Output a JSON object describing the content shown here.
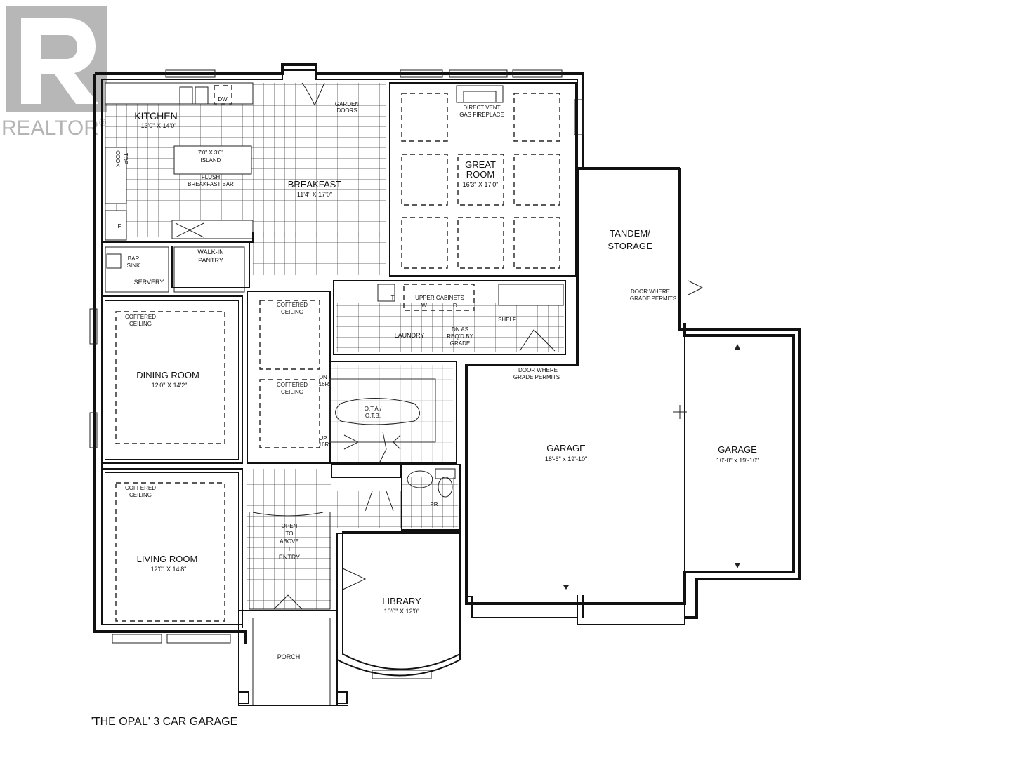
{
  "watermark": {
    "text": "REALTOR",
    "reg_mark": "®",
    "color": "#b5b5b5"
  },
  "caption": "'THE OPAL' 3 CAR GARAGE",
  "rooms": {
    "kitchen": {
      "name": "KITCHEN",
      "dims": "13'0\" X 14'0\""
    },
    "breakfast": {
      "name": "BREAKFAST",
      "dims": "11'4\" X 17'0\""
    },
    "great_room": {
      "name_line1": "GREAT",
      "name_line2": "ROOM",
      "dims": "16'3\" X 17'0\""
    },
    "dining": {
      "name": "DINING ROOM",
      "dims": "12'0\" X 14'2\""
    },
    "living": {
      "name": "LIVING ROOM",
      "dims": "12'0\" X 14'8\""
    },
    "library": {
      "name": "LIBRARY",
      "dims": "10'0\" X 12'0\""
    },
    "laundry": {
      "name": "LAUNDRY"
    },
    "garage_a": {
      "name": "GARAGE",
      "dims": "18'-6\" x 19'-10\""
    },
    "garage_b": {
      "name": "GARAGE",
      "dims": "10'-0\" x 19'-10\""
    },
    "tandem": {
      "line1": "TANDEM/",
      "line2": "STORAGE"
    },
    "porch": {
      "name": "PORCH"
    },
    "servery": {
      "name": "SERVERY"
    },
    "pantry": {
      "line1": "WALK-IN",
      "line2": "PANTRY"
    },
    "pr": {
      "name": "PR"
    }
  },
  "notes": {
    "dw": "DW",
    "garden_doors_1": "GARDEN",
    "garden_doors_2": "DOORS",
    "fireplace_1": "DIRECT VENT",
    "fireplace_2": "GAS FIREPLACE",
    "island_1": "7'0\" X 3'0\"",
    "island_2": "ISLAND",
    "flush_1": "FLUSH",
    "flush_2": "BREAKFAST BAR",
    "cooktop_1": "COOK",
    "cooktop_2": "TOP",
    "fridge": "F",
    "bar_sink_1": "BAR",
    "bar_sink_2": "SINK",
    "coffered_1": "COFFERED",
    "coffered_2": "CEILING",
    "upper_cabinets": "UPPER CABINETS",
    "washer": "W",
    "dryer": "D",
    "tub": "T",
    "dn_grade_1": "DN AS",
    "dn_grade_2": "REQ'D BY",
    "dn_grade_3": "GRADE",
    "shelf": "SHELF",
    "door_grade_1": "DOOR WHERE",
    "door_grade_2": "GRADE PERMITS",
    "dn_16r_1": "DN",
    "dn_16r_2": "16R",
    "up_16r_1": "UP",
    "up_16r_2": "16R",
    "ota_1": "O.T.A./",
    "ota_2": "O.T.B.",
    "open_above_1": "OPEN",
    "open_above_2": "TO",
    "open_above_3": "ABOVE",
    "open_above_4": "I",
    "entry": "ENTRY"
  }
}
